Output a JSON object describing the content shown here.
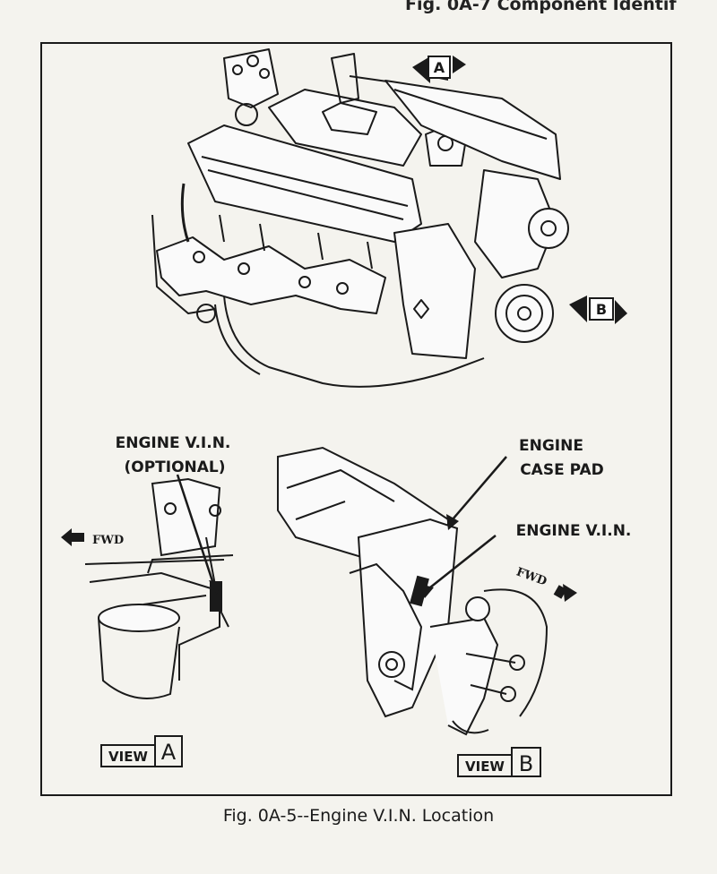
{
  "header": {
    "text": "Fig. 0A-7 Component Identif"
  },
  "engine": {
    "callout_a": "A",
    "callout_b": "B"
  },
  "view_a": {
    "label_line1": "ENGINE V.I.N.",
    "label_line2": "(OPTIONAL)",
    "fwd": "FWD",
    "badge_view": "VIEW",
    "badge_letter": "A"
  },
  "view_b": {
    "label_case_line1": "ENGINE",
    "label_case_line2": "CASE PAD",
    "label_vin": "ENGINE V.I.N.",
    "fwd": "FWD",
    "badge_view": "VIEW",
    "badge_letter": "B"
  },
  "caption": "Fig. 0A-5--Engine V.I.N. Location"
}
